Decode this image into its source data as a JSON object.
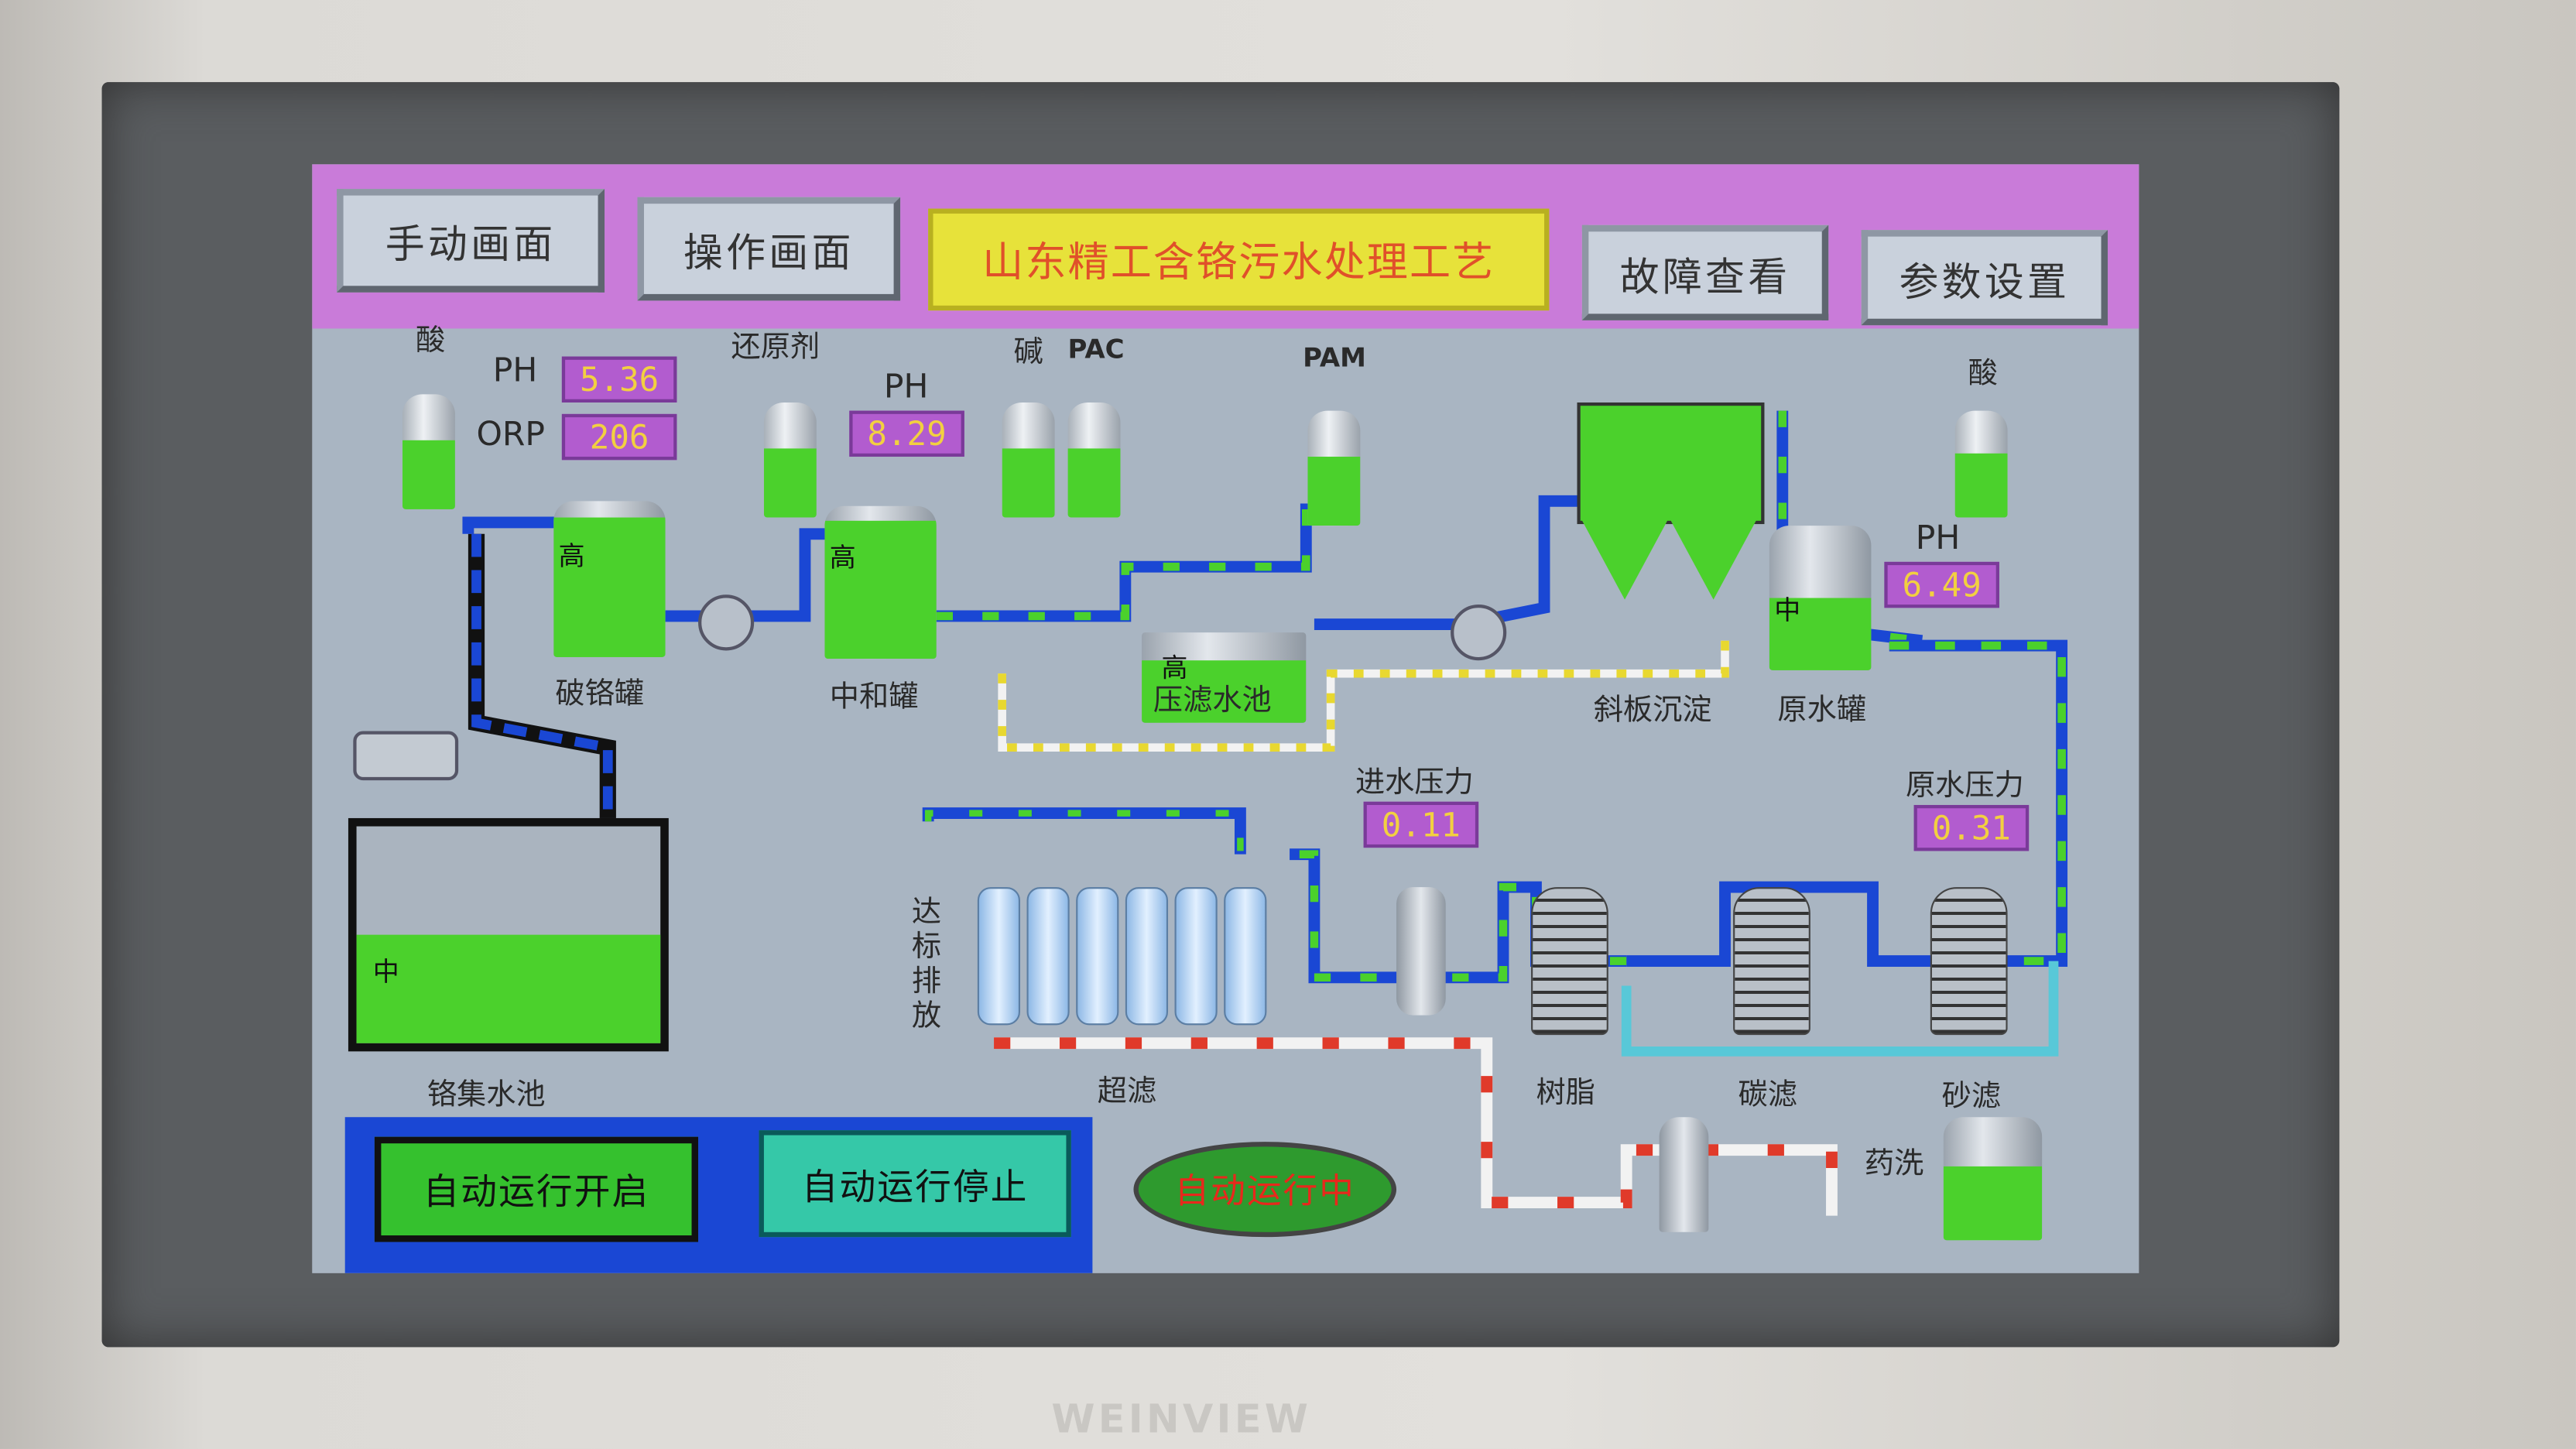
{
  "nav": {
    "manual_screen": "手动画面",
    "operation_screen": "操作画面",
    "title": "山东精工含铬污水处理工艺",
    "fault_view": "故障查看",
    "parameter_settings": "参数设置"
  },
  "chemicals": {
    "acid_left": "酸",
    "reducer": "还原剂",
    "alkali": "碱",
    "pac": "PAC",
    "pam": "PAM",
    "acid_right": "酸"
  },
  "readings": {
    "ph_label_1": "PH",
    "ph_value_1": "5.36",
    "orp_label": "ORP",
    "orp_value": "206",
    "ph_label_2": "PH",
    "ph_value_2": "8.29",
    "ph_label_3": "PH",
    "ph_value_3": "6.49",
    "inlet_pressure_label": "进水压力",
    "inlet_pressure_value": "0.11",
    "raw_pressure_label": "原水压力",
    "raw_pressure_value": "0.31"
  },
  "units": {
    "chrome_breaking_tank": "破铬罐",
    "neutralization_tank": "中和罐",
    "filter_press_pool": "压滤水池",
    "inclined_plate_settling": "斜板沉淀",
    "raw_water_tank": "原水罐",
    "chrome_collection_pool": "铬集水池",
    "ultrafiltration": "超滤",
    "resin": "树脂",
    "carbon_filter": "碳滤",
    "sand_filter": "砂滤",
    "chemical_wash": "药洗",
    "discharge": "达标排放"
  },
  "levels": {
    "chrome_breaking_tank": "高",
    "neutralization_tank": "高",
    "filter_press_pool": "高",
    "raw_water_tank": "中",
    "chrome_collection_pool": "中"
  },
  "level_fill": {
    "chrome_breaking_tank": 0.9,
    "neutralization_tank": 0.9,
    "filter_press_pool": 0.7,
    "raw_water_tank": 0.5,
    "chrome_collection_pool": 0.5,
    "chemical_wash_tank": 0.6
  },
  "auto": {
    "start": "自动运行开启",
    "stop": "自动运行停止",
    "status": "自动运行中"
  },
  "brand": "WEINVIEW",
  "colors": {
    "accent": "#c97bd9",
    "title_bg": "#e7e23a",
    "pipe_blue": "#1a47d4",
    "pipe_green": "#4bd12c"
  }
}
